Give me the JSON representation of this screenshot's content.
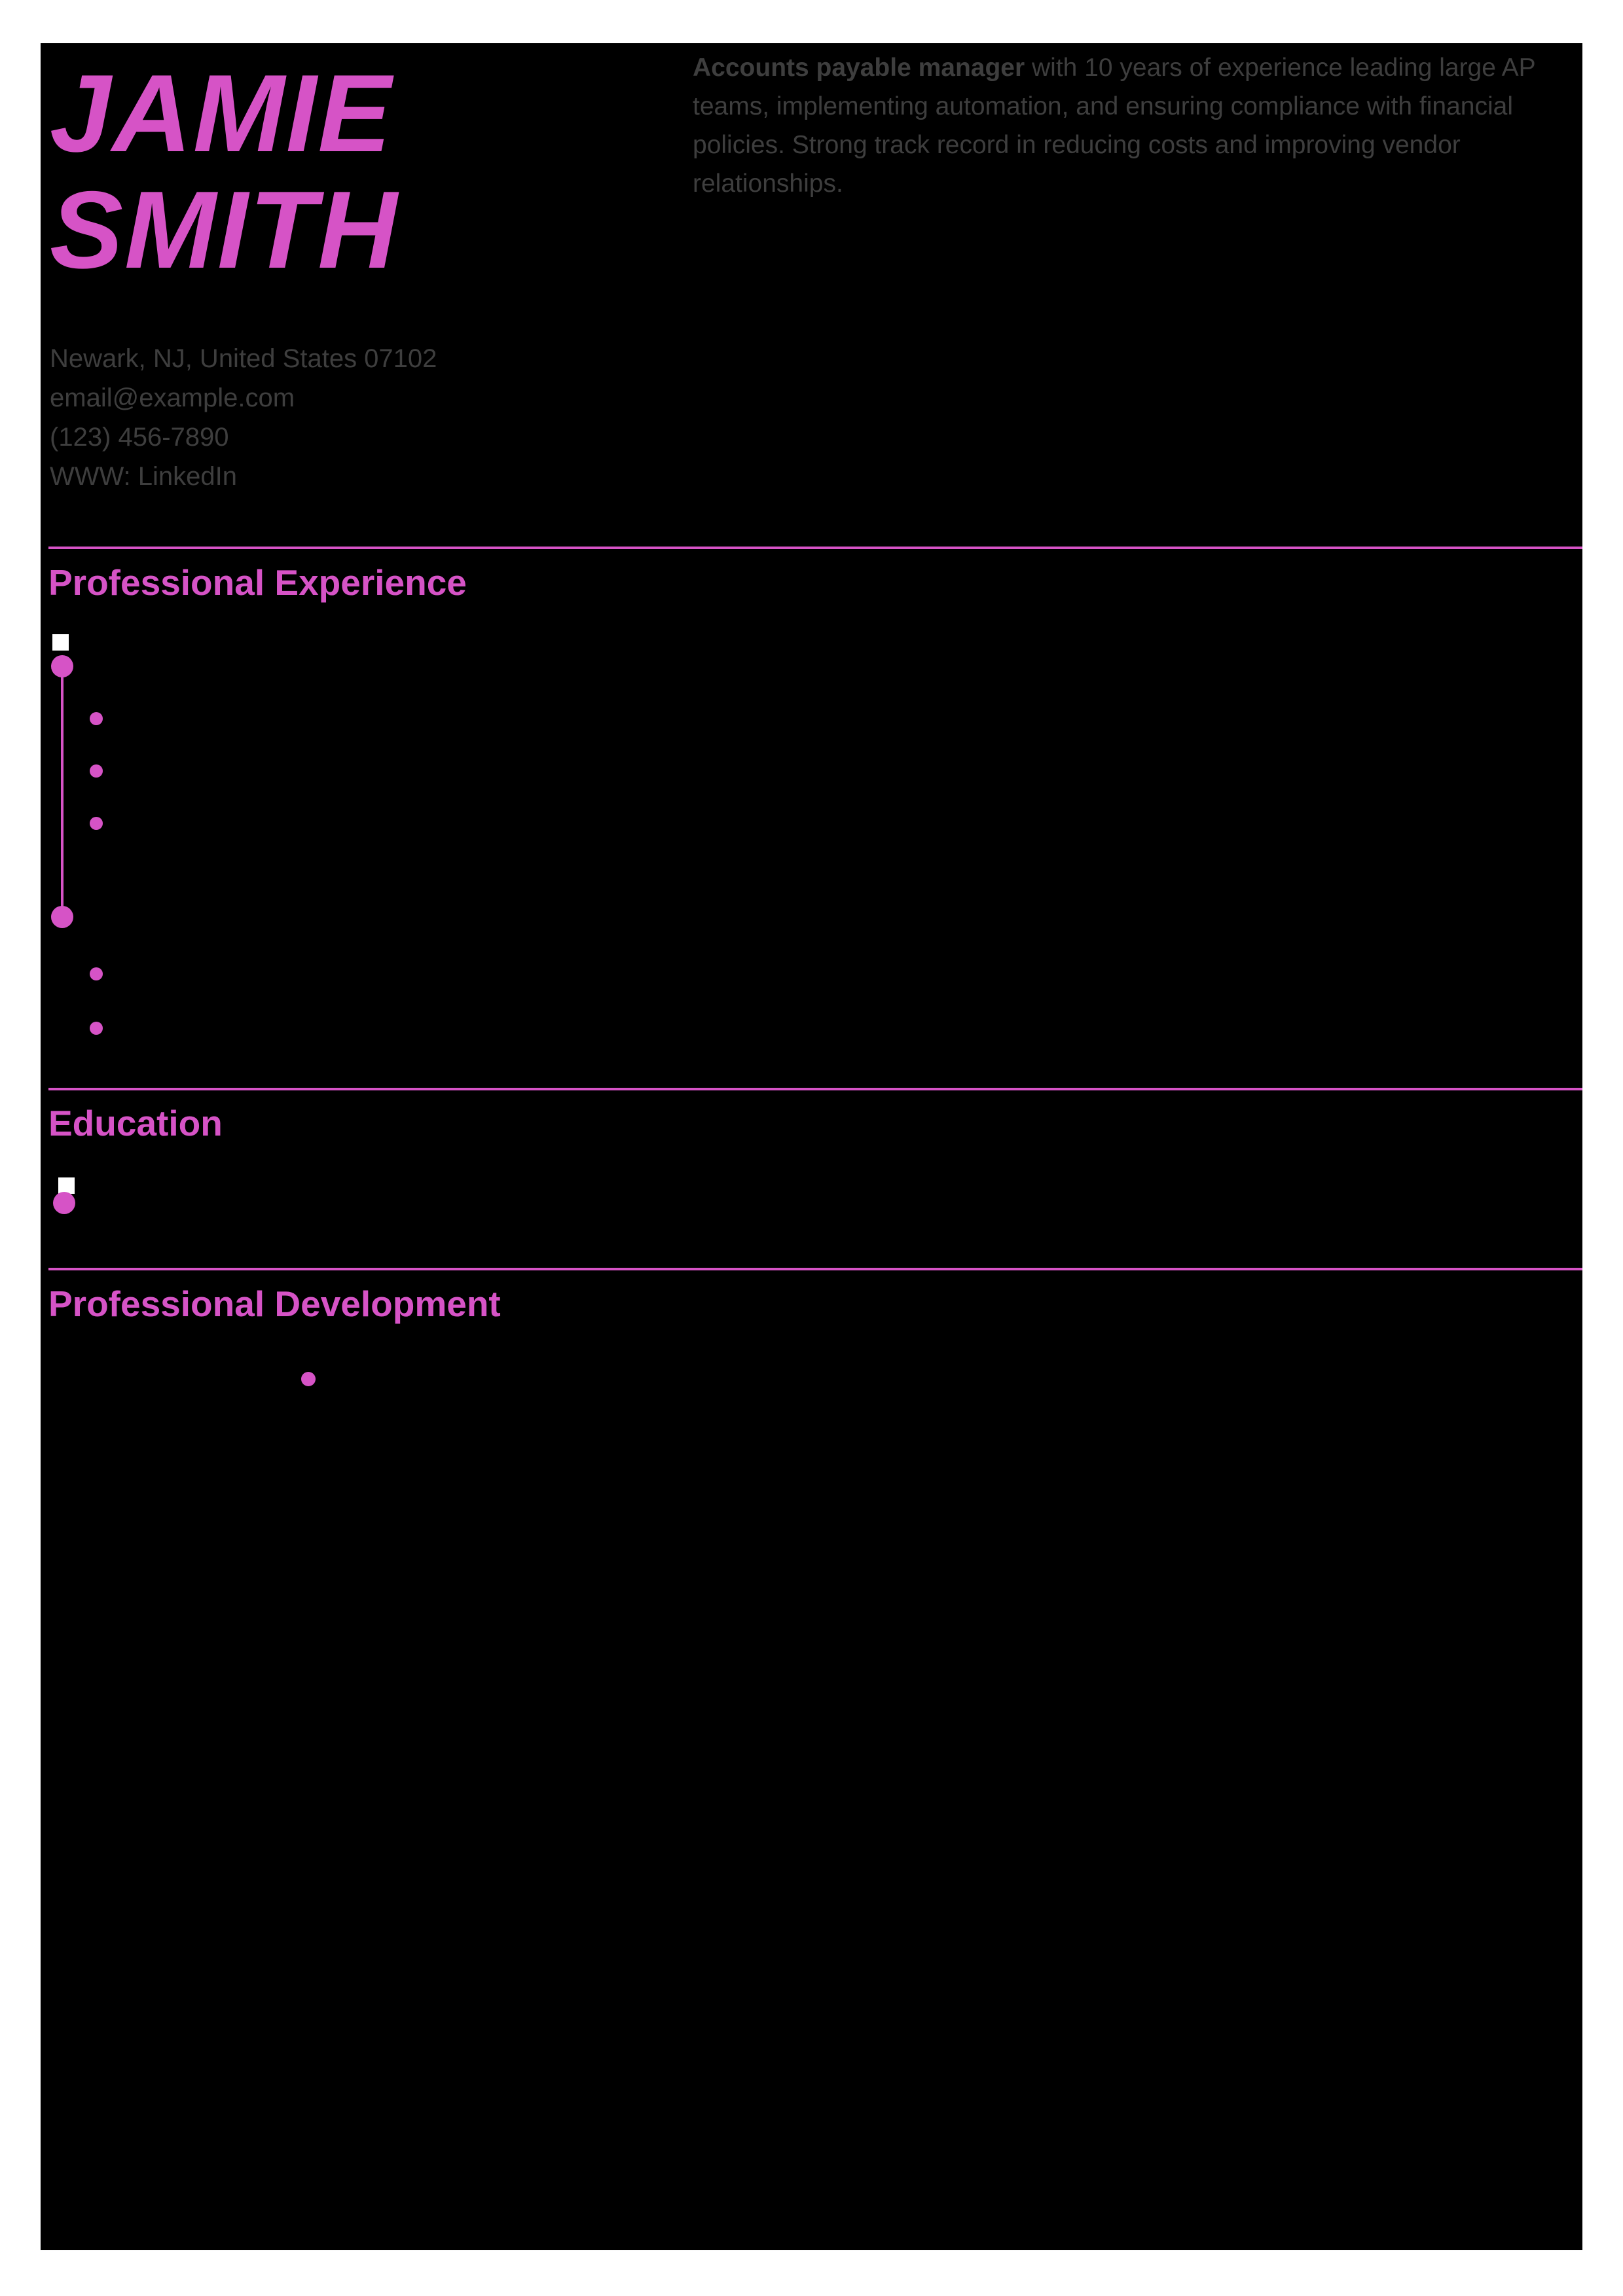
{
  "colors": {
    "accent": "#d653c6",
    "muted": "#3e3e3e",
    "sheet_bg": "#000000",
    "page_bg": "#ffffff",
    "logo_placeholder": "#ffffff"
  },
  "header": {
    "first_name": "JAMIE",
    "last_name": "SMITH",
    "summary": {
      "lead": "Accounts payable manager",
      "body": " with 10 years of experience leading large AP teams, implementing automation, and ensuring compliance with financial policies. Strong track record in reducing costs and improving vendor relationships."
    },
    "contact": {
      "location": "Newark, NJ, United States 07102",
      "email": "email@example.com",
      "phone": "(123) 456-7890",
      "website": "WWW: LinkedIn"
    }
  },
  "sections": {
    "experience": {
      "title": "Professional Experience"
    },
    "education": {
      "title": "Education"
    },
    "development": {
      "title": "Professional Development"
    }
  }
}
